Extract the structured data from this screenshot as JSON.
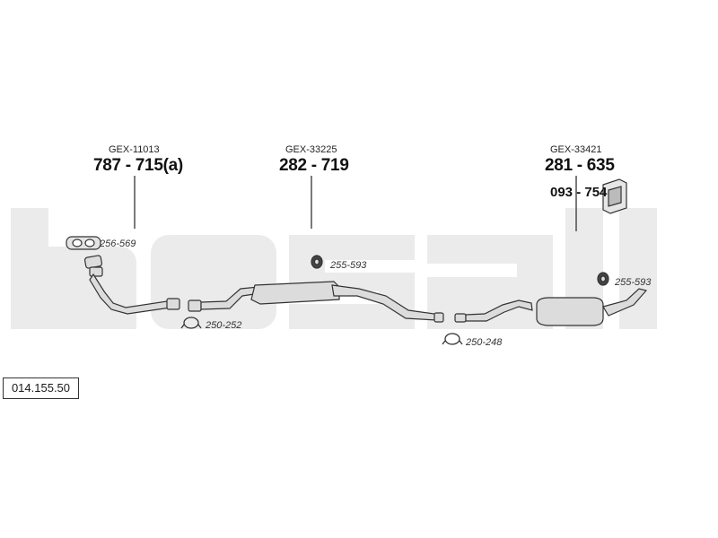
{
  "diagram": {
    "reference_number": "014.155.50",
    "background_watermark": "bosal",
    "colors": {
      "watermark": "#ebebeb",
      "line": "#333333",
      "part_fill": "#d9d9d9"
    },
    "components": [
      {
        "gex": "GEX-11013",
        "part_number": "787 - 715(a)"
      },
      {
        "gex": "GEX-33225",
        "part_number": "282 - 719"
      },
      {
        "gex": "GEX-33421",
        "part_number": "281 - 635",
        "extra_part_number": "093 - 754"
      }
    ],
    "accessories": [
      {
        "code": "256-569",
        "icon": "gasket-icon"
      },
      {
        "code": "255-593",
        "icon": "rubber-mount-icon"
      },
      {
        "code": "250-252",
        "icon": "clamp-icon"
      },
      {
        "code": "250-248",
        "icon": "clamp-icon"
      },
      {
        "code": "255-593",
        "icon": "rubber-mount-icon"
      }
    ]
  }
}
